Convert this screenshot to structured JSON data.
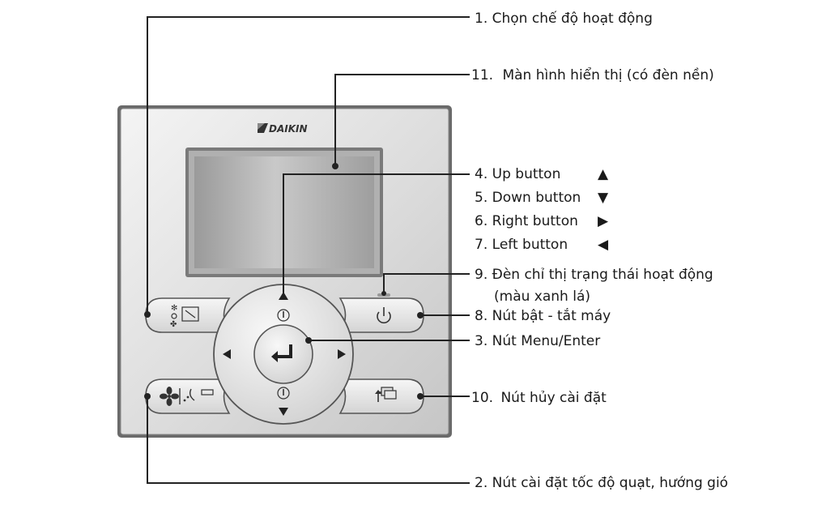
{
  "device": {
    "brand": "DAIKIN"
  },
  "labels": {
    "l1": {
      "num": "1.",
      "text": "Chọn chế độ hoạt động"
    },
    "l11": {
      "num": "11.",
      "text": "Màn hình hiển thị (có đèn nền)"
    },
    "l4": {
      "num": "4.",
      "text": "Up button",
      "glyph": "▲"
    },
    "l5": {
      "num": "5.",
      "text": "Down button",
      "glyph": "▼"
    },
    "l6": {
      "num": "6.",
      "text": "Right button",
      "glyph": "▶"
    },
    "l7": {
      "num": "7.",
      "text": "Left button",
      "glyph": "◀"
    },
    "l9": {
      "num": "9.",
      "text": "Đèn chỉ thị trạng thái hoạt động",
      "text2": "(màu xanh lá)"
    },
    "l8": {
      "num": "8.",
      "text": "Nút bật - tắt máy"
    },
    "l3": {
      "num": "3.",
      "text": "Nút Menu/Enter"
    },
    "l10": {
      "num": "10.",
      "text": "Nút hủy cài đặt"
    },
    "l2": {
      "num": "2.",
      "text": "Nút cài đặt tốc độ quạt, hướng gió"
    }
  }
}
